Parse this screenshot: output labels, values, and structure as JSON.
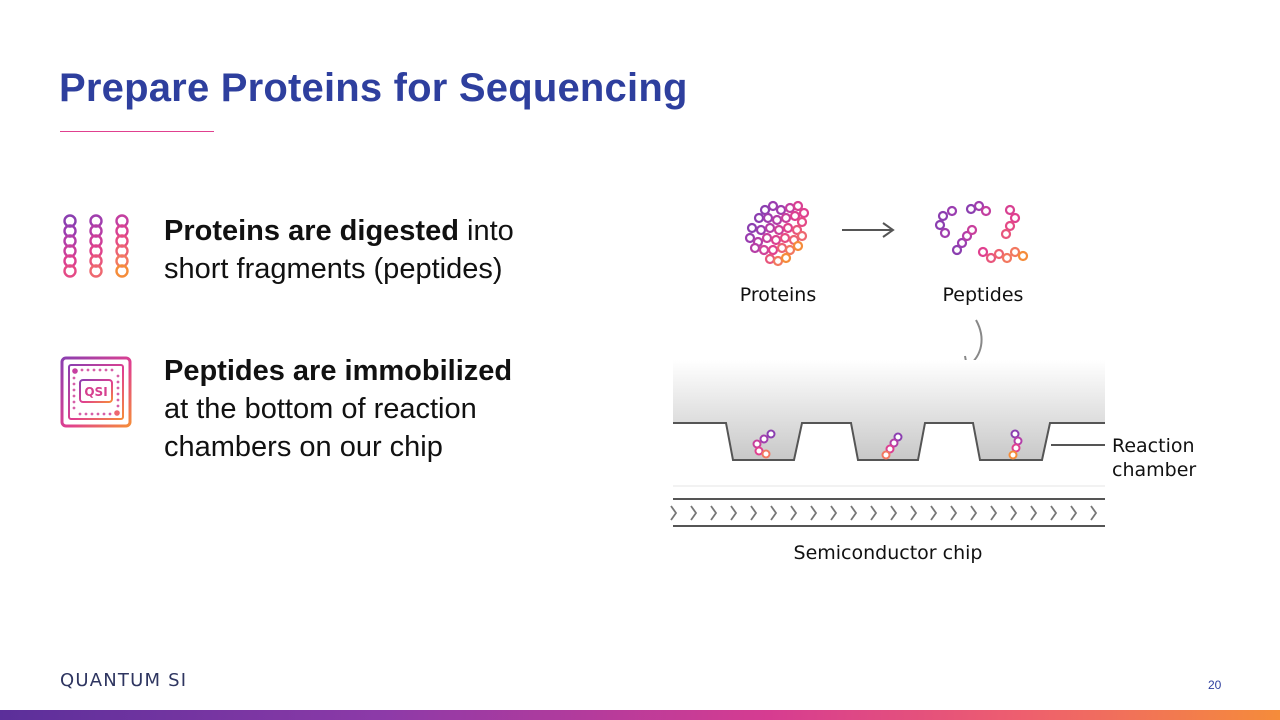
{
  "title": "Prepare Proteins for Sequencing",
  "bullets": [
    {
      "bold": "Proteins are digested",
      "rest_inline": " into",
      "rest_lines": [
        "short fragments (peptides)"
      ],
      "icon": "peptide-chains-icon"
    },
    {
      "bold": "Peptides are immobilized",
      "rest_inline": "",
      "rest_lines": [
        "at the bottom of reaction",
        "chambers on our chip"
      ],
      "icon": "qsi-chip-icon"
    }
  ],
  "chip_icon_label": "QSI",
  "diagram": {
    "proteins_label": "Proteins",
    "peptides_label": "Peptides",
    "chamber_label_line1": "Reaction",
    "chamber_label_line2": "chamber",
    "chip_label": "Semiconductor chip"
  },
  "footer": {
    "logo": "QUANTUM SI",
    "page_number": "20"
  },
  "colors": {
    "title": "#2e3f9e",
    "accent_purple": "#8b3fb0",
    "accent_magenta": "#e0408f",
    "accent_orange": "#f58c3a"
  }
}
